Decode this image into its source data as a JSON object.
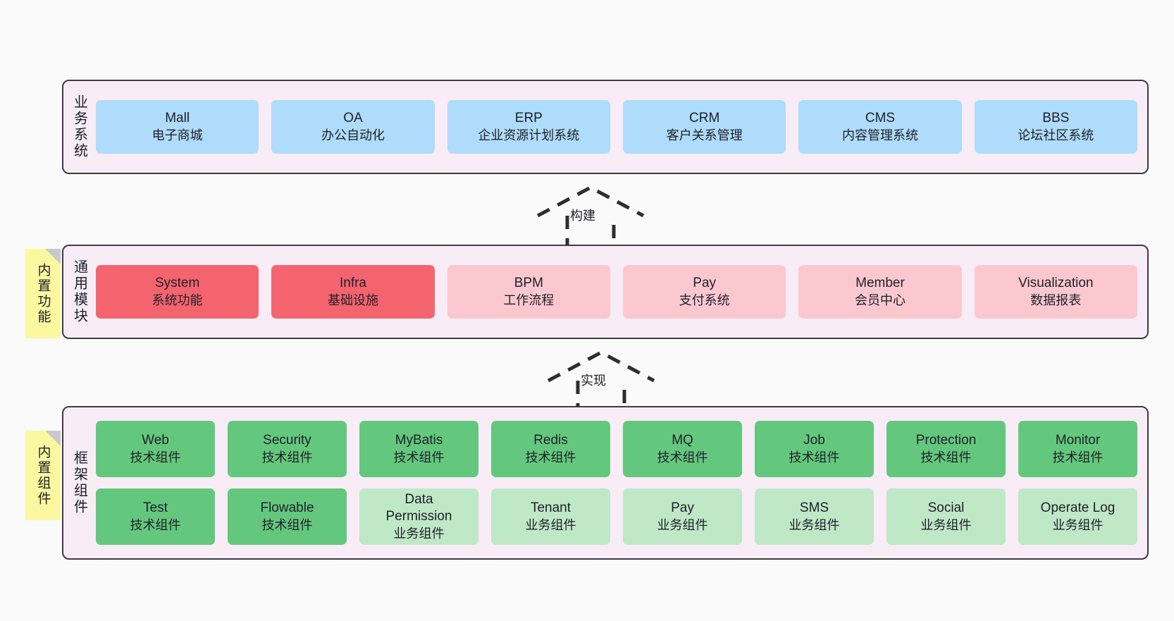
{
  "layers": [
    {
      "id": "business-systems",
      "title": "业务系统",
      "rows": [
        {
          "style": "blue",
          "cells": [
            {
              "name": "Mall",
              "sub": "电子商城"
            },
            {
              "name": "OA",
              "sub": "办公自动化"
            },
            {
              "name": "ERP",
              "sub": "企业资源计划系统"
            },
            {
              "name": "CRM",
              "sub": "客户关系管理"
            },
            {
              "name": "CMS",
              "sub": "内容管理系统"
            },
            {
              "name": "BBS",
              "sub": "论坛社区系统"
            }
          ]
        }
      ]
    },
    {
      "id": "common-modules",
      "title": "通用模块",
      "note": "内置功能",
      "rows": [
        {
          "style": "mixed",
          "cells": [
            {
              "name": "System",
              "sub": "系统功能",
              "style": "red"
            },
            {
              "name": "Infra",
              "sub": "基础设施",
              "style": "red"
            },
            {
              "name": "BPM",
              "sub": "工作流程",
              "style": "pink"
            },
            {
              "name": "Pay",
              "sub": "支付系统",
              "style": "pink"
            },
            {
              "name": "Member",
              "sub": "会员中心",
              "style": "pink"
            },
            {
              "name": "Visualization",
              "sub": "数据报表",
              "style": "pink"
            }
          ]
        }
      ]
    },
    {
      "id": "framework-components",
      "title": "框架组件",
      "note": "内置组件",
      "rows": [
        {
          "style": "green",
          "cells": [
            {
              "name": "Web",
              "sub": "技术组件"
            },
            {
              "name": "Security",
              "sub": "技术组件"
            },
            {
              "name": "MyBatis",
              "sub": "技术组件"
            },
            {
              "name": "Redis",
              "sub": "技术组件"
            },
            {
              "name": "MQ",
              "sub": "技术组件"
            },
            {
              "name": "Job",
              "sub": "技术组件"
            },
            {
              "name": "Protection",
              "sub": "技术组件"
            },
            {
              "name": "Monitor",
              "sub": "技术组件"
            }
          ]
        },
        {
          "style": "mixed",
          "cells": [
            {
              "name": "Test",
              "sub": "技术组件",
              "style": "green"
            },
            {
              "name": "Flowable",
              "sub": "技术组件",
              "style": "green"
            },
            {
              "name": "Data Permission",
              "sub": "业务组件",
              "style": "lightgreen"
            },
            {
              "name": "Tenant",
              "sub": "业务组件",
              "style": "lightgreen"
            },
            {
              "name": "Pay",
              "sub": "业务组件",
              "style": "lightgreen"
            },
            {
              "name": "SMS",
              "sub": "业务组件",
              "style": "lightgreen"
            },
            {
              "name": "Social",
              "sub": "业务组件",
              "style": "lightgreen"
            },
            {
              "name": "Operate Log",
              "sub": "业务组件",
              "style": "lightgreen"
            }
          ]
        }
      ]
    }
  ],
  "connectors": [
    {
      "id": "build",
      "label": "构建"
    },
    {
      "id": "implement",
      "label": "实现"
    }
  ],
  "colors": {
    "canvas_bg": "#fafafa",
    "layer_bg": "#f8ecf6",
    "layer_border": "#3f3b45",
    "blue": "#aedcfa",
    "red": "#f4646e",
    "pink": "#fbc8d0",
    "green": "#63c87d",
    "light_green": "#bfe8c7",
    "note_bg": "#fbf8a0",
    "note_fold": "#c9c9c9",
    "connector": "#2e2e2e",
    "text": "#20202a"
  }
}
